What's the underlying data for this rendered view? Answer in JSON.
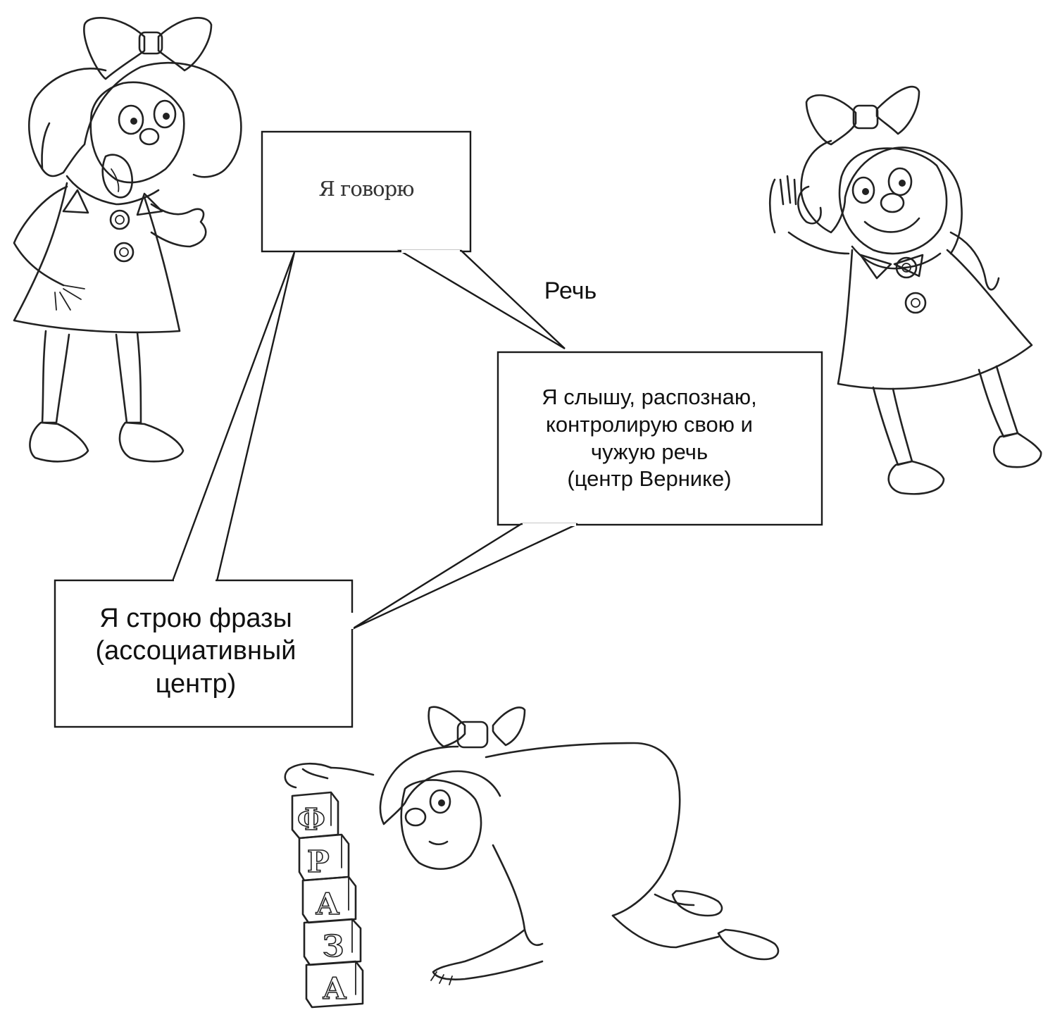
{
  "diagram": {
    "title": "Речь",
    "speech_bubble": {
      "text": "Я говорю"
    },
    "hearing_bubble": {
      "lines": [
        "Я слышу, распознаю,",
        "контролирую свою и",
        "чужую речь",
        "(центр Вернике)"
      ]
    },
    "phrase_bubble": {
      "lines": [
        "Я строю фразы",
        "(ассоциативный",
        "центр)"
      ]
    },
    "blocks": {
      "letters": [
        "Ф",
        "Р",
        "А",
        "З",
        "А"
      ]
    }
  }
}
